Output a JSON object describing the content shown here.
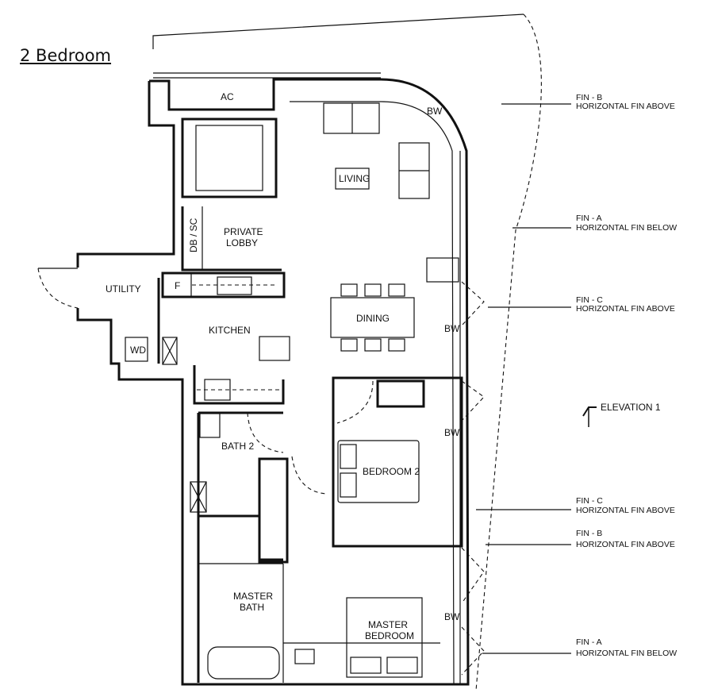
{
  "title": "2 Bedroom",
  "rooms": {
    "ac": "AC",
    "living": "LIVING",
    "private_lobby_1": "PRIVATE",
    "private_lobby_2": "LOBBY",
    "db_sc": "DB / SC",
    "utility": "UTILITY",
    "fridge": "F",
    "kitchen": "KITCHEN",
    "wd": "WD",
    "dining": "DINING",
    "bath2": "BATH 2",
    "bedroom2": "BEDROOM 2",
    "master_bath_1": "MASTER",
    "master_bath_2": "BATH",
    "master_bedroom_1": "MASTER",
    "master_bedroom_2": "BEDROOM",
    "bw1": "BW",
    "bw2": "BW",
    "bw3": "BW",
    "bw4": "BW"
  },
  "callouts": [
    {
      "line1": "FIN - B",
      "line2": "HORIZONTAL FIN ABOVE"
    },
    {
      "line1": "FIN - A",
      "line2": "HORIZONTAL FIN BELOW"
    },
    {
      "line1": "FIN - C",
      "line2": "HORIZONTAL FIN ABOVE"
    },
    {
      "line1": "FIN - C",
      "line2": "HORIZONTAL FIN ABOVE"
    },
    {
      "line1": "FIN - B",
      "line2": "HORIZONTAL FIN ABOVE"
    },
    {
      "line1": "FIN - A",
      "line2": "HORIZONTAL FIN BELOW"
    }
  ],
  "elevation": "ELEVATION 1"
}
